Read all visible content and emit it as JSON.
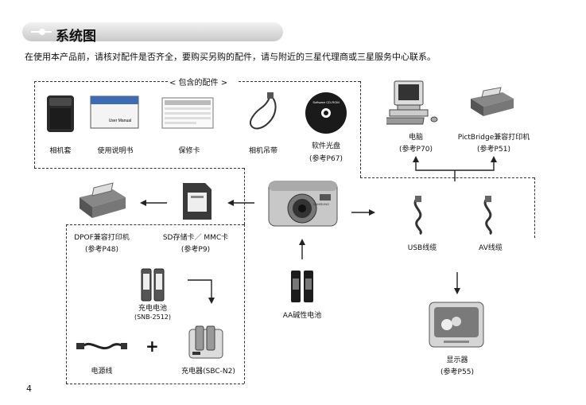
{
  "header": {
    "title": "系统图"
  },
  "intro": "在使用本产品前，请核对配件是否齐全，要购买另购的配件，请与附近的三星代理商或三星服务中心联系。",
  "included_title": "< 包含的配件 >",
  "included": [
    {
      "label": "相机套"
    },
    {
      "label": "使用说明书",
      "image_text": "User Manual"
    },
    {
      "label": "保修卡"
    },
    {
      "label": "相机吊带"
    },
    {
      "label": "软件光盘",
      "ref": "(参考P67)",
      "image_text": "Software CD-ROM"
    }
  ],
  "pc": {
    "label": "电脑",
    "ref": "(参考P70)"
  },
  "pb_printer": {
    "label": "PictBridge兼容打印机",
    "ref": "(参考P51)"
  },
  "dpof_printer": {
    "label": "DPOF兼容打印机",
    "ref": "(参考P48)"
  },
  "sd_card": {
    "label": "SD存储卡／ MMC卡",
    "ref": "(参考P9)"
  },
  "usb_cable": {
    "label": "USB线缆"
  },
  "av_cable": {
    "label": "AV线缆"
  },
  "tv": {
    "label": "显示器",
    "ref": "(参考P55)"
  },
  "aa_battery": {
    "label": "AA碱性电池"
  },
  "recharge_battery": {
    "label": "充电电池",
    "model": "(SNB-2512)"
  },
  "power_cord": {
    "label": "电源线"
  },
  "charger": {
    "label": "充电器(SBC-N2)"
  },
  "camera": {
    "brand_text": "SAMSUNG"
  },
  "plus": "+",
  "page_number": "4"
}
